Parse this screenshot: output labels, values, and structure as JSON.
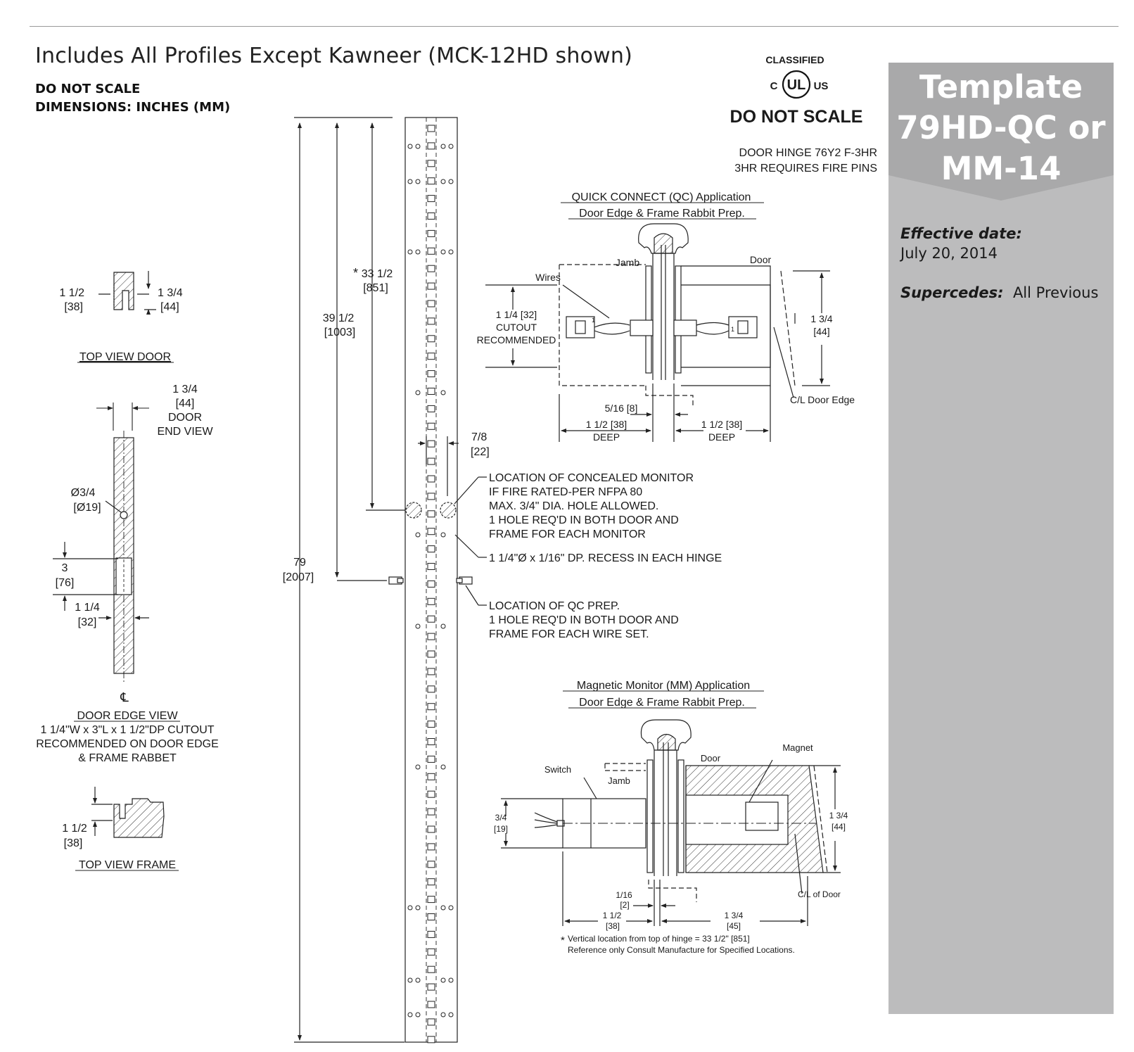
{
  "header": {
    "title": "Includes All Profiles Except Kawneer (MCK-12HD shown)",
    "do_not_scale": "DO NOT SCALE",
    "dimensions": "DIMENSIONS: INCHES (MM)"
  },
  "ul_mark": {
    "arc": "CLASSIFIED",
    "left": "C",
    "center": "UL",
    "right": "US",
    "caption": "DO NOT SCALE"
  },
  "sidebar": {
    "title_line1": "Template",
    "title_line2": "79HD-QC or",
    "title_line3": "MM-14",
    "effective_label": "Effective date:",
    "effective_value": "July 20, 2014",
    "supercedes_label": "Supercedes:",
    "supercedes_value": "All Previous",
    "color": "#bcbcbd",
    "header_color": "#a9a9aa"
  },
  "door_hinge": {
    "line1": "DOOR HINGE 76Y2  F-3HR",
    "line2": "3HR REQUIRES FIRE PINS"
  },
  "top_view_door": {
    "dim_left": "1 1/2",
    "dim_left_mm": "[38]",
    "dim_right": "1 3/4",
    "dim_right_mm": "[44]",
    "caption": "TOP VIEW DOOR"
  },
  "door_end_view": {
    "dim": "1 3/4",
    "dim_mm": "[44]",
    "line1": "DOOR",
    "line2": "END VIEW"
  },
  "door_edge_view": {
    "hole_dim": "Ø3/4",
    "hole_dim_mm": "[Ø19]",
    "cut_len": "3",
    "cut_len_mm": "[76]",
    "cut_w": "1 1/4",
    "cut_w_mm": "[32]",
    "centerline": "℄",
    "caption": "DOOR EDGE VIEW",
    "note1": "1 1/4\"W x 3\"L x 1 1/2\"DP CUTOUT",
    "note2": "RECOMMENDED ON DOOR EDGE",
    "note3": "& FRAME RABBET"
  },
  "top_view_frame": {
    "dim": "1 1/2",
    "dim_mm": "[38]",
    "caption": "TOP VIEW FRAME"
  },
  "hinge": {
    "dim_33": "33 1/2",
    "dim_33_mm": "[851]",
    "asterisk": "*",
    "dim_39": "39 1/2",
    "dim_39_mm": "[1003]",
    "dim_79": "79",
    "dim_79_mm": "[2007]",
    "dim_78": "7/8",
    "dim_78_mm": "[22]",
    "monitor_note1": "LOCATION OF CONCEALED MONITOR",
    "monitor_note2": "IF FIRE RATED-PER NFPA 80",
    "monitor_note3": "MAX. 3/4\" DIA. HOLE ALLOWED.",
    "monitor_note4": "1 HOLE REQ'D IN BOTH DOOR AND",
    "monitor_note5": "FRAME FOR EACH MONITOR",
    "recess_note": "1 1/4\"Ø x 1/16\" DP. RECESS IN EACH HINGE",
    "qc_note1": "LOCATION OF QC PREP.",
    "qc_note2": "1 HOLE REQ'D IN BOTH DOOR AND",
    "qc_note3": "FRAME FOR EACH WIRE SET."
  },
  "qc_app": {
    "title1": "QUICK CONNECT (QC) Application",
    "title2": "Door Edge & Frame Rabbit Prep.",
    "jamb": "Jamb",
    "door": "Door",
    "wires": "Wires",
    "cutout_dim": "1 1/4 [32]",
    "cutout1": "CUTOUT",
    "cutout2": "RECOMMENDED",
    "right_dim": "1 3/4",
    "right_dim_mm": "[44]",
    "gap": "5/16 [8]",
    "deep_left": "1 1/2 [38]",
    "deep_left_lbl": "DEEP",
    "deep_right": "1 1/2 [38]",
    "deep_right_lbl": "DEEP",
    "cl": "C/L Door Edge",
    "pin": "1"
  },
  "mm_app": {
    "title1": "Magnetic Monitor (MM) Application",
    "title2": "Door Edge & Frame Rabbit Prep.",
    "magnet": "Magnet",
    "door": "Door",
    "switch": "Switch",
    "jamb": "Jamb",
    "left_dim": "3/4",
    "left_dim_mm": "[19]",
    "right_dim": "1 3/4",
    "right_dim_mm": "[44]",
    "gap": "1/16",
    "gap_mm": "[2]",
    "bottom_left": "1 1/2",
    "bottom_left_mm": "[38]",
    "bottom_right": "1 3/4",
    "bottom_right_mm": "[45]",
    "cl": "C/L of Door",
    "footnote1": "Vertical location from top of hinge = 33 1/2\" [851]",
    "footnote2": "Reference only Consult Manufacture for Specified Locations.",
    "asterisk": "*"
  }
}
